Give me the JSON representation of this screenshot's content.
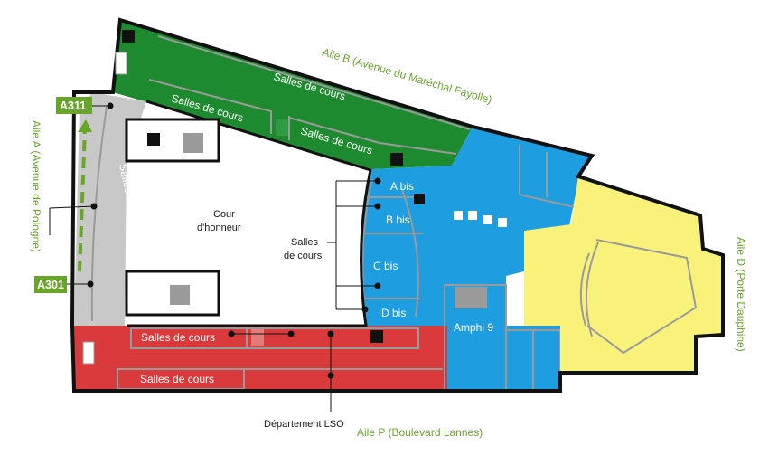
{
  "colors": {
    "wing_b": "#1e8a2f",
    "wing_a": "#c8c8c8",
    "wing_p": "#da3a3c",
    "wing_blue": "#1e9ee0",
    "wing_d": "#f8f27a",
    "outline": "#111111",
    "accent_green": "#6aa52b"
  },
  "wings": {
    "aile_b": "Aile B (Avenue du Maréchal Fayolle)",
    "aile_a": "Aile A (Avenue de Pologne)",
    "aile_d": "Aile D (Porte Dauphine)",
    "aile_p": "Aile P (Boulevard Lannes)"
  },
  "rooms": {
    "b_top": "Salles de cours",
    "b_mid": "Salles de cours",
    "b_low": "Salles de cours",
    "a_col": "Salles de cours",
    "p_top": "Salles de cours",
    "p_bottom": "Salles de cours",
    "cour_1": "Cour",
    "cour_2": "d'honneur",
    "salles_1": "Salles",
    "salles_2": "de cours",
    "a_bis": "A bis",
    "b_bis": "B bis",
    "c_bis": "C bis",
    "d_bis": "D bis",
    "amphi": "Amphi 9",
    "dept": "Département LSO"
  },
  "route": {
    "start": "A301",
    "end": "A311"
  },
  "icons": [
    "restroom-icon",
    "stairs-icon",
    "accessibility-icon",
    "elevator-icon"
  ]
}
